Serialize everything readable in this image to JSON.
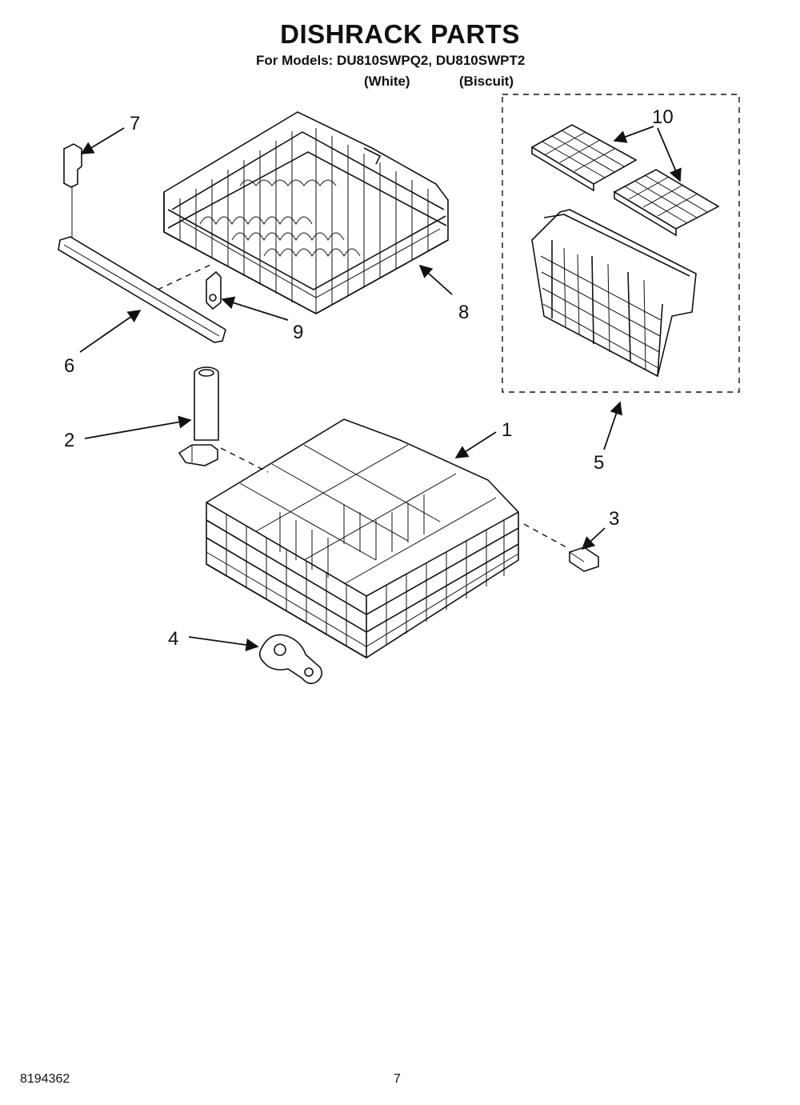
{
  "header": {
    "title": "DISHRACK PARTS",
    "models_line": "For Models: DU810SWPQ2, DU810SWPT2",
    "variant_white": "(White)",
    "variant_biscuit": "(Biscuit)"
  },
  "callouts": [
    "1",
    "2",
    "3",
    "4",
    "5",
    "6",
    "7",
    "8",
    "9",
    "10"
  ],
  "footer": {
    "document_number": "8194362",
    "page_number": "7"
  }
}
